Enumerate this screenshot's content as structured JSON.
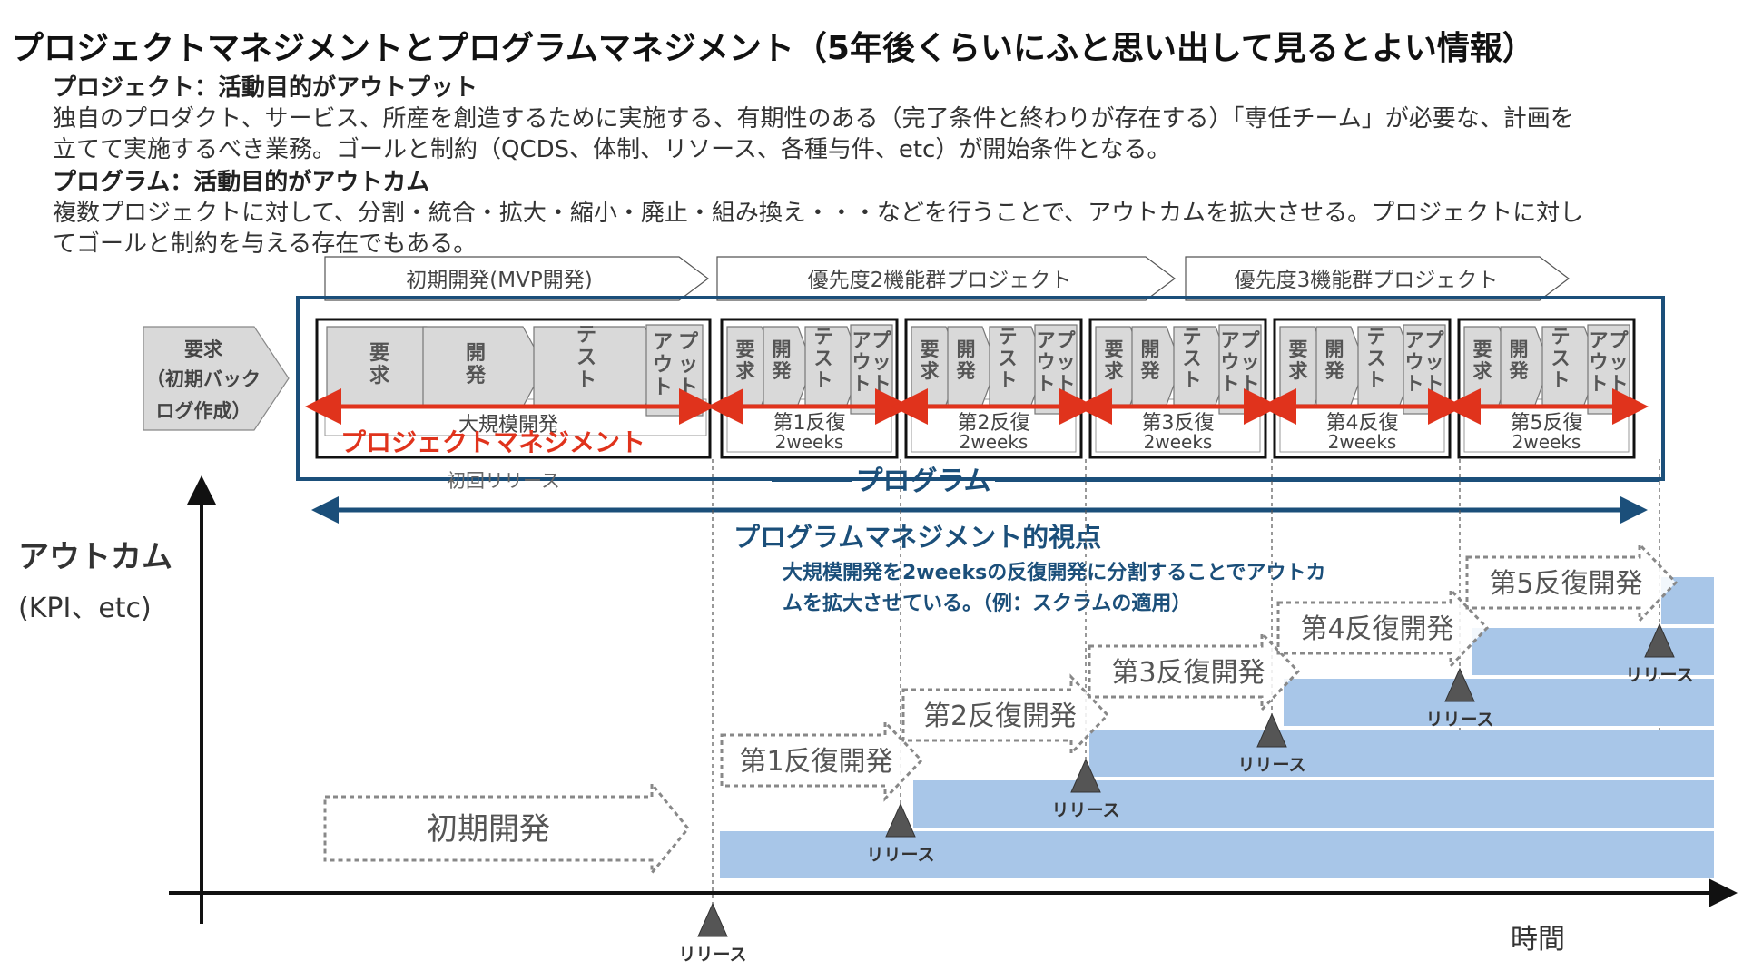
{
  "title": "プロジェクトマネジメントとプログラムマネジメント（5年後くらいにふと思い出して見るとよい情報）",
  "intro": {
    "project_heading": "プロジェクト：活動目的がアウトプット",
    "project_line1": "独自のプロダクト、サービス、所産を創造するために実施する、有期性のある（完了条件と終わりが存在する）「専任チーム」が必要な、計画を",
    "project_line2": "立てて実施するべき業務。ゴールと制約（QCDS、体制、リソース、各種与件、etc）が開始条件となる。",
    "program_heading": "プログラム：活動目的がアウトカム",
    "program_line1": "複数プロジェクトに対して、分割・統合・拡大・縮小・廃止・組み換え・・・などを行うことで、アウトカムを拡大させる。プロジェクトに対し",
    "program_line2": "てゴールと制約を与える存在でもある。"
  },
  "phase_headers": [
    "初期開発(MVP開発)",
    "優先度2機能群プロジェクト",
    "優先度3機能群プロジェクト"
  ],
  "requirement_box": {
    "line1": "要求",
    "line2": "（初期バック",
    "line3": "ログ作成）"
  },
  "first_block": {
    "steps": [
      "要求",
      "開発",
      "テスト",
      "アウトプット"
    ],
    "label": "大規模開発",
    "pm_label": "プロジェクトマネジメント",
    "release_label": "初回リリース"
  },
  "small_steps": [
    "要求",
    "開発",
    "テスト",
    "アウトプット"
  ],
  "iterations": [
    {
      "name": "第1反復",
      "duration": "2weeks"
    },
    {
      "name": "第2反復",
      "duration": "2weeks"
    },
    {
      "name": "第3反復",
      "duration": "2weeks"
    },
    {
      "name": "第4反復",
      "duration": "2weeks"
    },
    {
      "name": "第5反復",
      "duration": "2weeks"
    }
  ],
  "program_label": "プログラム",
  "pgm_viewpoint": "プログラムマネジメント的視点",
  "pgm_note_line1": "大規模開発を2weeksの反復開発に分割することでアウトカ",
  "pgm_note_line2": "ムを拡大させている。（例：スクラムの適用）",
  "axis": {
    "y_label": "アウトカム",
    "y_sub": "(KPI、etc)",
    "x_label": "時間"
  },
  "chart_data": {
    "type": "area",
    "title": "",
    "xlabel": "時間",
    "ylabel": "アウトカム (KPI、etc)",
    "steps": [
      {
        "phase": "初期開発",
        "release": "リリース",
        "outcome_level": 1
      },
      {
        "phase": "第1反復開発",
        "release": "リリース",
        "outcome_level": 2
      },
      {
        "phase": "第2反復開発",
        "release": "リリース",
        "outcome_level": 3
      },
      {
        "phase": "第3反復開発",
        "release": "リリース",
        "outcome_level": 4
      },
      {
        "phase": "第4反復開発",
        "release": "リリース",
        "outcome_level": 5
      },
      {
        "phase": "第5反復開発",
        "release": "リリース",
        "outcome_level": 6
      }
    ]
  },
  "colors": {
    "program_border": "#1b4f7a",
    "pm_red": "#e0331c",
    "outcome_fill": "#a8c6e8",
    "chevron_fill": "#d9d9d9",
    "dark_text": "#1b4f7a"
  }
}
